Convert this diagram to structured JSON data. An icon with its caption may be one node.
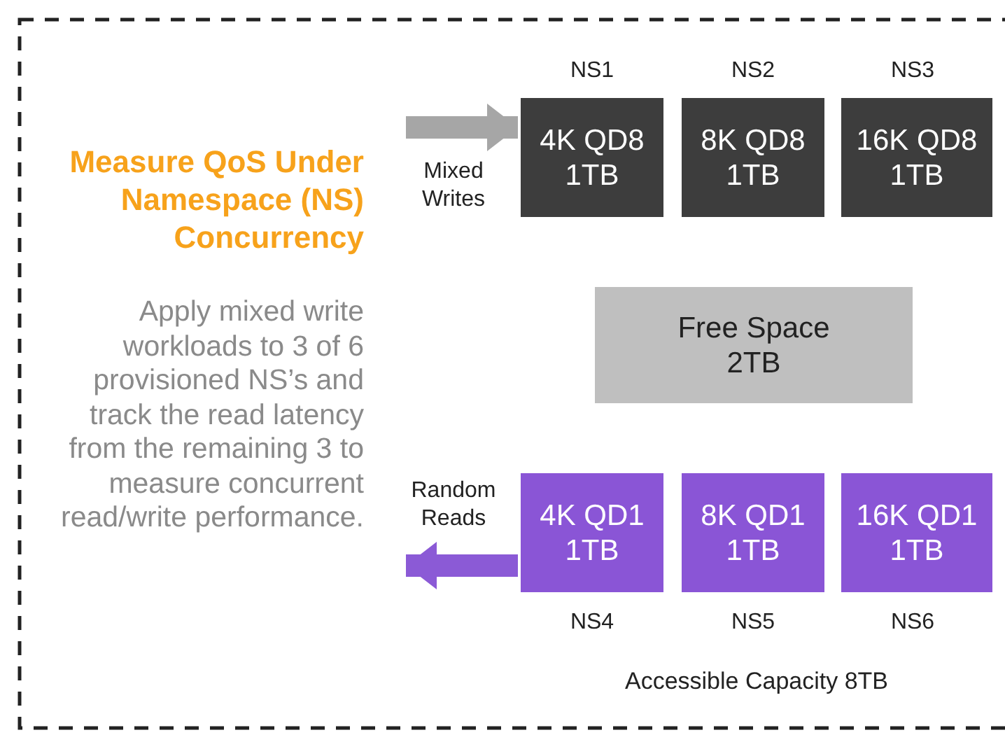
{
  "diagram": {
    "title": "Measure QoS Under Namespace (NS) Concurrency",
    "nodes": [
      {
        "text": [
          "4K QD8",
          "1TB"
        ],
        "beside": [
          "NS1"
        ]
      },
      {
        "text": [
          "8K QD8",
          "1TB"
        ],
        "beside": [
          "NS2"
        ]
      },
      {
        "text": [
          "16K QD8",
          "1TB"
        ],
        "beside": [
          "NS3"
        ]
      },
      {
        "text": [
          "Free Space",
          "2TB"
        ]
      },
      {
        "text": [
          "4K QD1",
          "1TB"
        ],
        "beside": [
          "NS4"
        ]
      },
      {
        "text": [
          "8K QD1",
          "1TB"
        ],
        "beside": [
          "NS5"
        ]
      },
      {
        "text": [
          "16K QD1",
          "1TB"
        ],
        "beside": [
          "NS6"
        ]
      }
    ],
    "edges": [
      {
        "from": null,
        "to": 0,
        "arrow": "to",
        "label": "Mixed Writes",
        "color": "#a6a6a6"
      },
      {
        "from": 4,
        "to": null,
        "arrow": "to",
        "label": "Random Reads",
        "color": "#8b5ad6"
      }
    ],
    "labels": [
      "Apply mixed write workloads to 3 of 6 provisioned NS’s and track the read latency from the remaining 3 to measure concurrent read/write performance.",
      "Accessible Capacity 8TB"
    ]
  }
}
